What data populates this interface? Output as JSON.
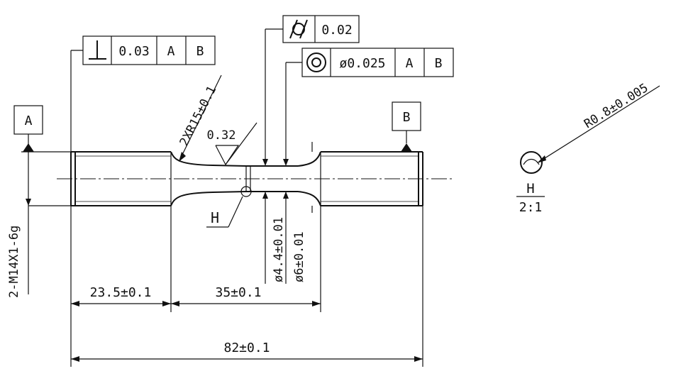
{
  "datums": {
    "a_label": "A",
    "b_label": "B"
  },
  "fcf_perpendicularity": {
    "symbol": "perpendicularity-symbol",
    "tolerance": "0.03",
    "datum1": "A",
    "datum2": "B"
  },
  "fcf_cylindricity": {
    "symbol": "cylindricity-symbol",
    "tolerance": "0.02"
  },
  "fcf_concentricity": {
    "symbol": "concentricity-symbol",
    "tolerance": "ø0.025",
    "datum1": "A",
    "datum2": "B"
  },
  "annotations": {
    "fillet_radius": "2XR15±0.1",
    "surface_roughness": "0.32",
    "detail_label": "H",
    "thread_spec": "2-M14X1-6g",
    "dia_neck": "ø4.4±0.01",
    "dia_gauge": "ø6±0.01"
  },
  "dimensions": {
    "thread_length": "23.5±0.1",
    "gauge_length": "35±0.1",
    "total_length": "82±0.1"
  },
  "detail_view": {
    "radius": "R0.8±0.005",
    "label": "H",
    "scale": "2:1"
  }
}
